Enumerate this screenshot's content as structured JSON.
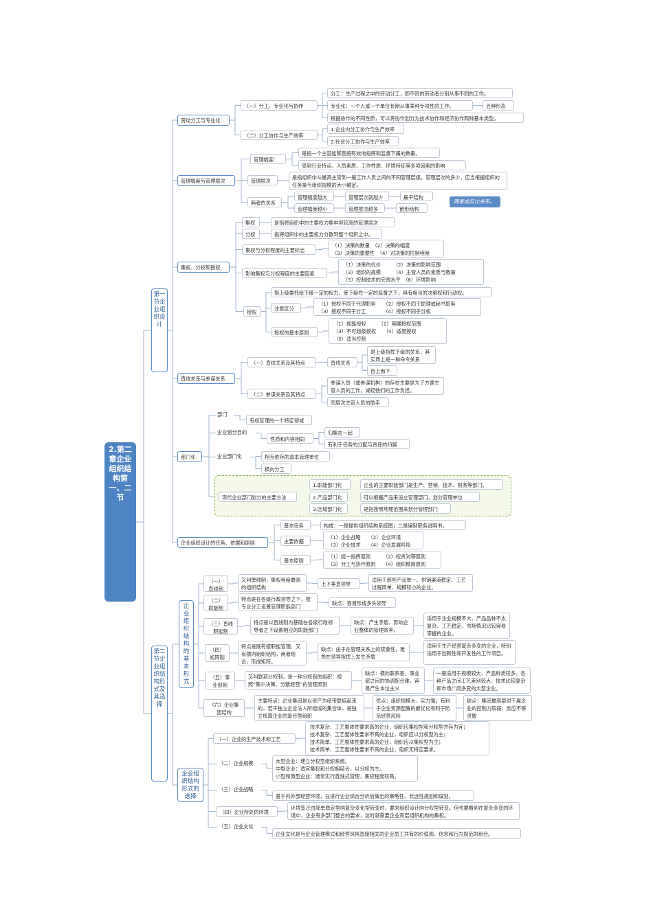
{
  "root": "2.第二章企业组织结构第一、二节",
  "sec1": "第一节企业组织设计",
  "sec2": "第二节企业组织结构形式及其选择",
  "s1": {
    "labor": {
      "title": "劳动分工与专业化",
      "g1": "（一）分工、专业化与协作",
      "g1a": "分工：生产过程之中的劳动分工，即不同的劳动者分别从事不同的工作。",
      "g1b": "专业化：一个人或一个单位长期从事某种专项性的工作。",
      "g1b_tag": "五种形态",
      "g1c": "根据协作的不同性质，可以将协作划分为技术协作和经济协作两种基本类型。",
      "g2": "（二）分工协作与生产效率",
      "g2a": "1.企业内分工协作与生产效率",
      "g2b": "2.社会分工协作与生产效率"
    },
    "span": {
      "title": "管理幅度与管理层次",
      "fd": "管理幅度：",
      "fd1": "是指一个主管能够直接有效地指挥和监督下属的数量。",
      "fd2": "受到行业特点、人员素质、工作性质、环境特征等多项因素的影响",
      "cc": "管理层次",
      "cc1": "是指组织中从最高主管到一般工作人员之间的不同管理层级。管理层次的多少，应当根据组织的任务量与组织规模的大小确定。",
      "rel": "两者的关系",
      "r1a": "管理幅度越大",
      "r1b": "管理层次就越少",
      "r1c": "扁平结构",
      "r2a": "管理幅度越小",
      "r2b": "管理层次越多",
      "r2c": "锥形结构",
      "relnote": "两者成反比关系。"
    },
    "cent": {
      "title": "集权、分权和授权",
      "jq": "集权",
      "jq1": "是指将组织中的主要权力集中到较高的管理层次",
      "fq": "分权",
      "fq1": "指将组织中的主要权力分散到整个组织之中。",
      "bz": "集权与分权程度的主要标志",
      "bz1": "（1）决策的数量　（2）决策的幅度",
      "bz2": "（3）决策的重要性　（4）对决策的控制程度",
      "yx": "影响集权与分权程度的主要因素",
      "yx1": "（1）决策的代价　　　（2）决策的影响范围",
      "yx2": "（3）组织的规模　　　（4）主管人员的素质与数量",
      "yx3": "（5）控制技术的完善水平　（6）环境影响",
      "sq": "授权",
      "sq1": "指上级委托给下级一定的权力，使下级在一定的监督之下，具有相当的决策权和行动权。",
      "zy": "注意区分",
      "zy1": "（1）授权不同于代理职务　　（2）授权不同于助理或秘书职务",
      "zy2": "（3）授权不同于分工　　　　（4）授权不同于分权",
      "yz": "授权的基本原则",
      "yz1": "（1）视能授权　　　（2）明确授权范围",
      "yz2": "（3）不可越级授权　　（4）适度授权",
      "yz3": "（5）适当控制"
    },
    "line": {
      "title": "直线关系与参谋关系",
      "a": "（一）直线关系及其特点",
      "a1": "直线关系",
      "a1x": "是上级指挥下级的关系，其实质上是一种命令关系",
      "a1y": "自上而下",
      "b": "（二）参谋关系及其特点",
      "b1": "参谋人员（或参谋机构）的存在主要是为了方便主管人员的工作，减轻他们的工作负担。",
      "b2": "同层次主管人员的助手"
    },
    "dept": {
      "title": "部门化",
      "bm": "部门",
      "bm1": "有权管理的一个特定领域",
      "md": "企业划分目的",
      "md1": "性质和内容相同",
      "md1a": "归集在一起",
      "md1b": "有利于任务的分配与责任的归属",
      "bmh": "企业部门化",
      "bmh1": "相互依存的基本管理单位",
      "bmh2": "横向分工",
      "xd": "现代企业部门划分的主要方法",
      "x1": "1.职能部门化",
      "x1a": "企业的主要职能部门是生产、营销、技术、财务等部门。",
      "x2": "2.产品部门化",
      "x2a": "可以根据产品来设立管理部门，划分管理单位",
      "x3": "3.区域部门化",
      "x3a": "是指按照地理范围来划分管理部门"
    },
    "basis": {
      "title": "企业组织设计的任务、依据和原则",
      "rw": "基本任务",
      "rw1": "构成：一是提供组织结构系统图；二是编制职务说明书。",
      "yj": "主要依据",
      "yj1": "（1）企业战略　　（2）企业环境",
      "yj2": "（3）企业技术　　（4）企业发展阶段",
      "yz": "基本原则",
      "yz1": "（1）统一指挥原则　　　（2）权责对等原则",
      "yz2": "（3）分工与协作原则　　（4）组织精简原则"
    }
  },
  "s2": {
    "forms_title": "企业组织结构的基本形式",
    "f1": {
      "name": "（一）直线制",
      "a": "又叫单线制，集权程度最高的组织结构",
      "b": "上下垂直领导",
      "c": "适用于那些产品单一、供销渠道稳定、工艺过程简单、规模较小的企业。"
    },
    "f2": {
      "name": "（二）职能制",
      "a": "特点是在各级行政领导之下，按专业分工设置管理职能部门",
      "b": "缺点：容易形成多头领导"
    },
    "f3": {
      "name": "（三）直线职能制",
      "a": "特点是以直线制为基础在各级行政领导者之下设置相应的职能部门",
      "b": "缺点：产生矛盾，影响企业整体的管理效率。",
      "c": "适用于企业规模不大、产品品种不太复杂、工艺稳定、市场情况比较容易掌握的企业。"
    },
    "f4": {
      "name": "（四）矩阵制",
      "a": "特点是既有按职能管理，又有横向组织结构，两者结合，形成矩阵。",
      "b": "缺点：由于在管理关系上的双重性，难免在领导指挥上发生矛盾",
      "c": "适用于生产经营复杂多变的企业，特别适用于创新性和开发性的工作项目。"
    },
    "f5": {
      "name": "（五）事业部制",
      "a": "又叫联邦分权制，是一种分权制的组织：按照“集中决策、分散经营”的管理原则",
      "b": "缺点：横向联系差，事业部之间的协调配合难，容易产生本位主义",
      "c": "一般适用于规模较大、产品种类较多、各种产品之间工艺差别较大、技术比较复杂和市场广阔多变的大型企业。"
    },
    "f6": {
      "name": "（六）企业集团结构",
      "a": "主要特点：企业集团是以资产为纽带联结起来的，若干独立企业法人所组成的集合体，是独立核算企业的复合型组织",
      "b": "优点：组织规模大、实力强；有利于企业资源配置的最优化有利于防范经营风险",
      "c": "缺点：集团最高层对下属企业的控制力较弱；反应不够灵敏"
    },
    "choice_title": "企业组织结构形式的选择",
    "c1": "（一）企业的生产技术和工艺",
    "c1a": "技术复杂、工艺整体性要求高的企业，组织应集权型和分权型并存为宜；",
    "c1b": "技术复杂、工艺整体性要求不高的企业，组织应以分权型为主；",
    "c1c": "技术简单、工艺整体性要求高的企业，组织应以集权型为主；",
    "c1d": "技术简单、工艺整体性要求不高的企业，组织无特定要求。",
    "c2": "（二）企业规模",
    "c2a": "大型企业：建立分权型组织系统。",
    "c2b": "中型企业：适宜集权和分权相结合，以分权为主。",
    "c2c": "小型和微型企业：通常实行直线式管理，集权程度较高。",
    "c3": "（三）企业战略",
    "c3a": "基于内外部经营环境，在进行企业综合分析后做出的策略性、长远性规划和谋划。",
    "c4": "（四）企业所处的环境",
    "c4a": "环境变迁由简单稳定型向复杂变化型转变时，要求组织设计向分权型转变。但也要看到在复杂多变的环境中，企业有多部门整合的要求，这时就需要企业高层组织机构的集权。",
    "c5": "（五）企业文化",
    "c5a": "企业文化是与企业管理模式和经营风格直接相关的企业员工共有的价值观、信念和行为规范的组合。"
  }
}
